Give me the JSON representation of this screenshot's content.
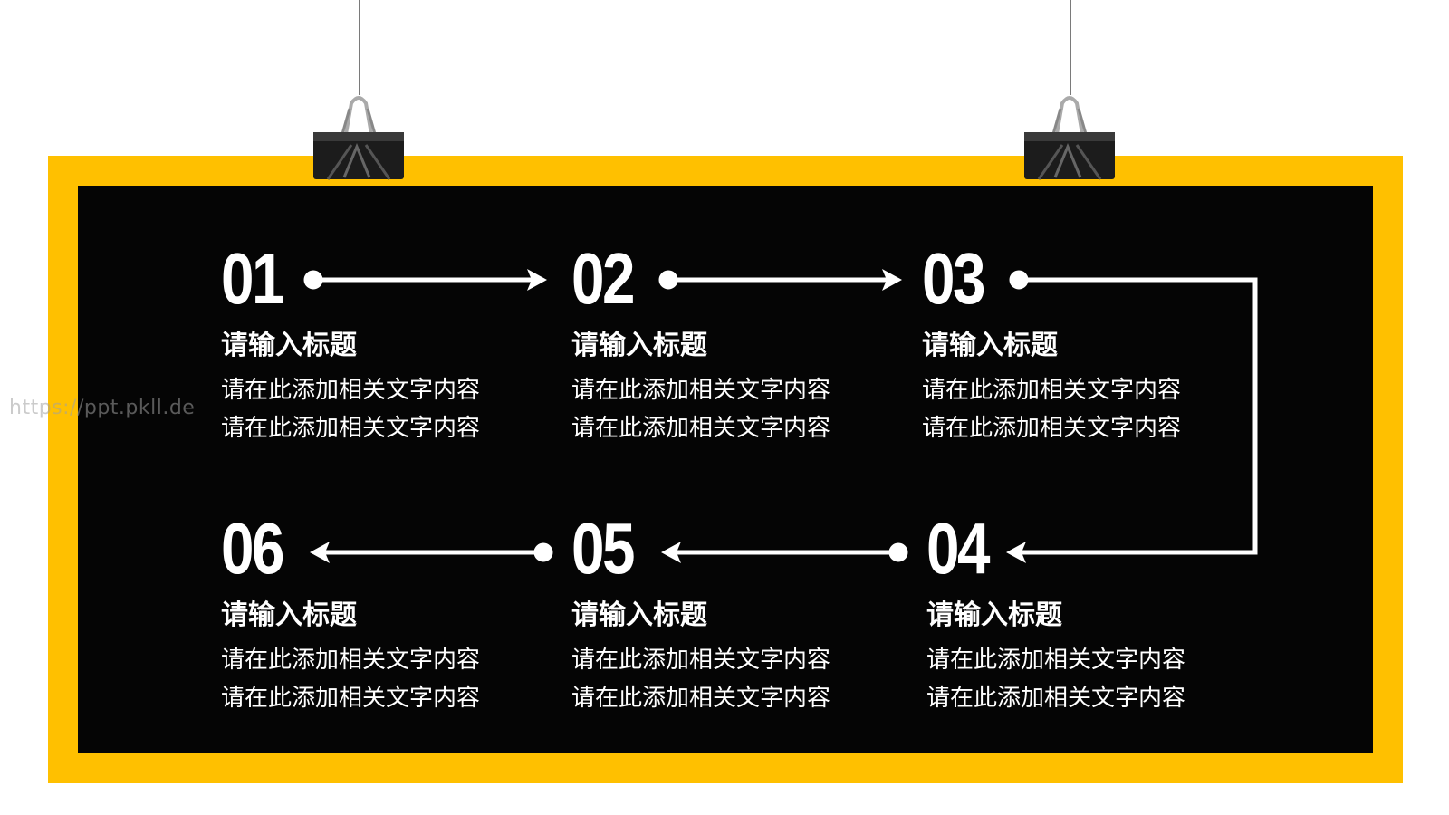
{
  "watermark": "https://ppt.pkll.de",
  "steps": [
    {
      "number": "01",
      "title": "请输入标题",
      "lines": [
        "请在此添加相关文字内容",
        "请在此添加相关文字内容"
      ]
    },
    {
      "number": "02",
      "title": "请输入标题",
      "lines": [
        "请在此添加相关文字内容",
        "请在此添加相关文字内容"
      ]
    },
    {
      "number": "03",
      "title": "请输入标题",
      "lines": [
        "请在此添加相关文字内容",
        "请在此添加相关文字内容"
      ]
    },
    {
      "number": "04",
      "title": "请输入标题",
      "lines": [
        "请在此添加相关文字内容",
        "请在此添加相关文字内容"
      ]
    },
    {
      "number": "05",
      "title": "请输入标题",
      "lines": [
        "请在此添加相关文字内容",
        "请在此添加相关文字内容"
      ]
    },
    {
      "number": "06",
      "title": "请输入标题",
      "lines": [
        "请在此添加相关文字内容",
        "请在此添加相关文字内容"
      ]
    }
  ],
  "colors": {
    "frame": "#ffc000",
    "board": "#050505",
    "text": "#ffffff"
  },
  "icons": [
    "binder-clip-icon",
    "binder-clip-icon"
  ]
}
